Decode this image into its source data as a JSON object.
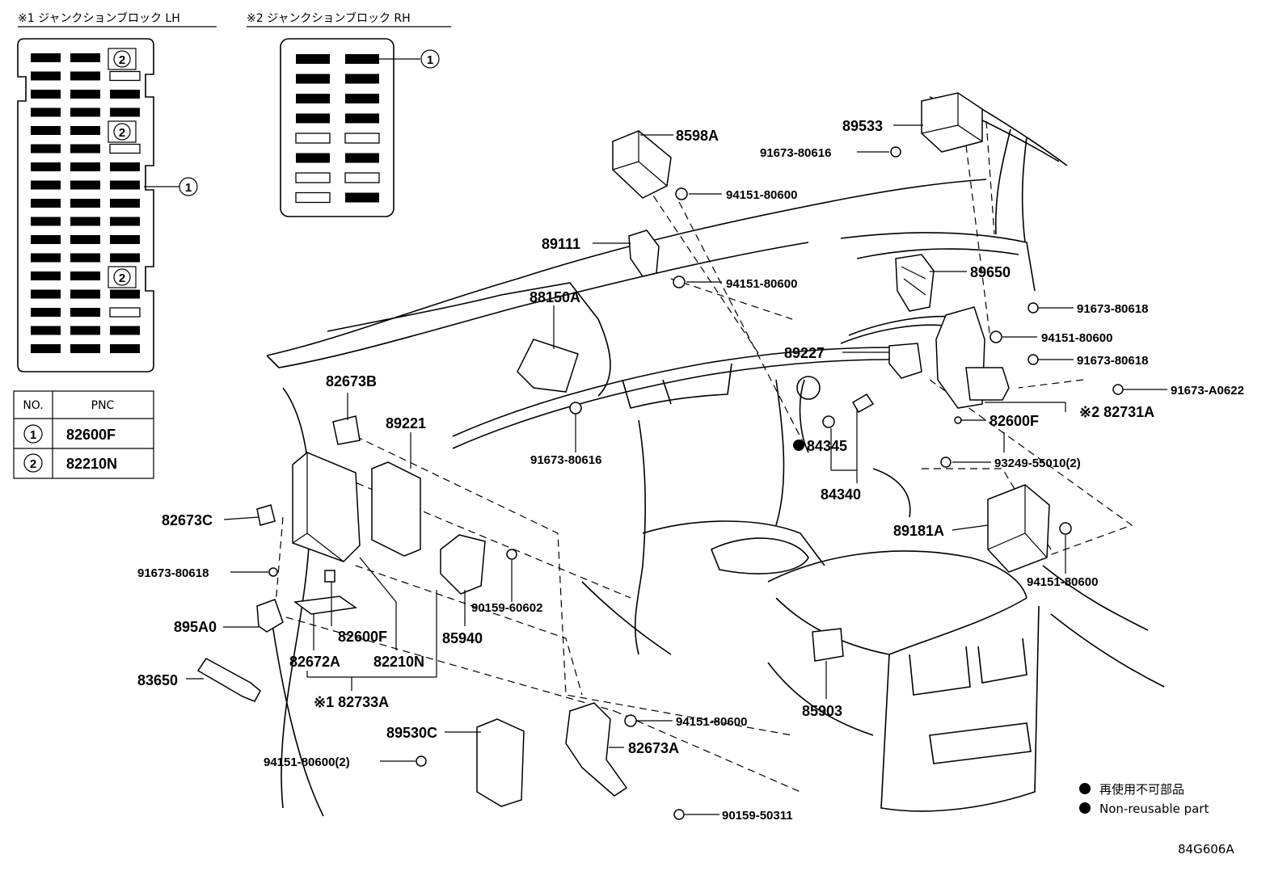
{
  "headers": {
    "lh": "※1 ジャンクションブロック LH",
    "rh": "※2 ジャンクションブロック RH"
  },
  "table": {
    "col_no": "NO.",
    "col_pnc": "PNC",
    "rows": [
      {
        "no": "1",
        "pnc": "82600F"
      },
      {
        "no": "2",
        "pnc": "82210N"
      }
    ]
  },
  "callouts": {
    "lh_one": "1",
    "lh_two_a": "2",
    "lh_two_b": "2",
    "lh_two_c": "2",
    "rh_one": "1"
  },
  "labels": {
    "p8598A": "8598A",
    "p89533": "89533",
    "p91673_80616_top": "91673-80616",
    "p94151_80600_a": "94151-80600",
    "p89111": "89111",
    "p94151_80600_b": "94151-80600",
    "p89650": "89650",
    "p88150A": "88150A",
    "p91673_80618_a": "91673-80618",
    "p94151_80600_c": "94151-80600",
    "p89227": "89227",
    "p91673_80618_b": "91673-80618",
    "p91673_A0622": "91673-A0622",
    "p82673B": "82673B",
    "p82731A": "※2 82731A",
    "p89221": "89221",
    "p82600F_r": "82600F",
    "p84345": "84345",
    "p93249": "93249-55010(2)",
    "p91673_80616_mid": "91673-80616",
    "p84340": "84340",
    "p82673C": "82673C",
    "p89181A": "89181A",
    "p91673_80618_l": "91673-80618",
    "p94151_80600_d": "94151-80600",
    "p90159_60602": "90159-60602",
    "p895A0": "895A0",
    "p82600F_l": "82600F",
    "p85940": "85940",
    "p82672A": "82672A",
    "p82210N": "82210N",
    "p83650": "83650",
    "p82733A": "※1 82733A",
    "p85903": "85903",
    "p94151_80600_e": "94151-80600",
    "p89530C": "89530C",
    "p82673A": "82673A",
    "p94151_80600_2": "94151-80600(2)",
    "p90159_50311": "90159-50311"
  },
  "legend": {
    "ja": "再使用不可部品",
    "en": "Non-reusable part"
  },
  "figure_id": "84G606A",
  "fuse_map": {
    "lh_rows": [
      [
        1,
        1,
        2
      ],
      [
        1,
        1,
        0
      ],
      [
        1,
        1,
        1
      ],
      [
        1,
        1,
        1
      ],
      [
        1,
        1,
        2
      ],
      [
        1,
        1,
        0
      ],
      [
        1,
        1,
        1
      ],
      [
        1,
        1,
        1
      ],
      [
        1,
        1,
        1
      ],
      [
        1,
        1,
        1
      ],
      [
        1,
        1,
        1
      ],
      [
        1,
        1,
        1
      ],
      [
        1,
        1,
        2
      ],
      [
        1,
        1,
        1
      ],
      [
        1,
        1,
        0
      ],
      [
        1,
        1,
        1
      ],
      [
        1,
        1,
        1
      ]
    ],
    "rh_rows": [
      [
        1,
        1
      ],
      [
        1,
        1
      ],
      [
        1,
        1
      ],
      [
        1,
        1
      ],
      [
        0,
        0
      ],
      [
        1,
        1
      ],
      [
        0,
        0
      ],
      [
        0,
        1
      ]
    ]
  }
}
